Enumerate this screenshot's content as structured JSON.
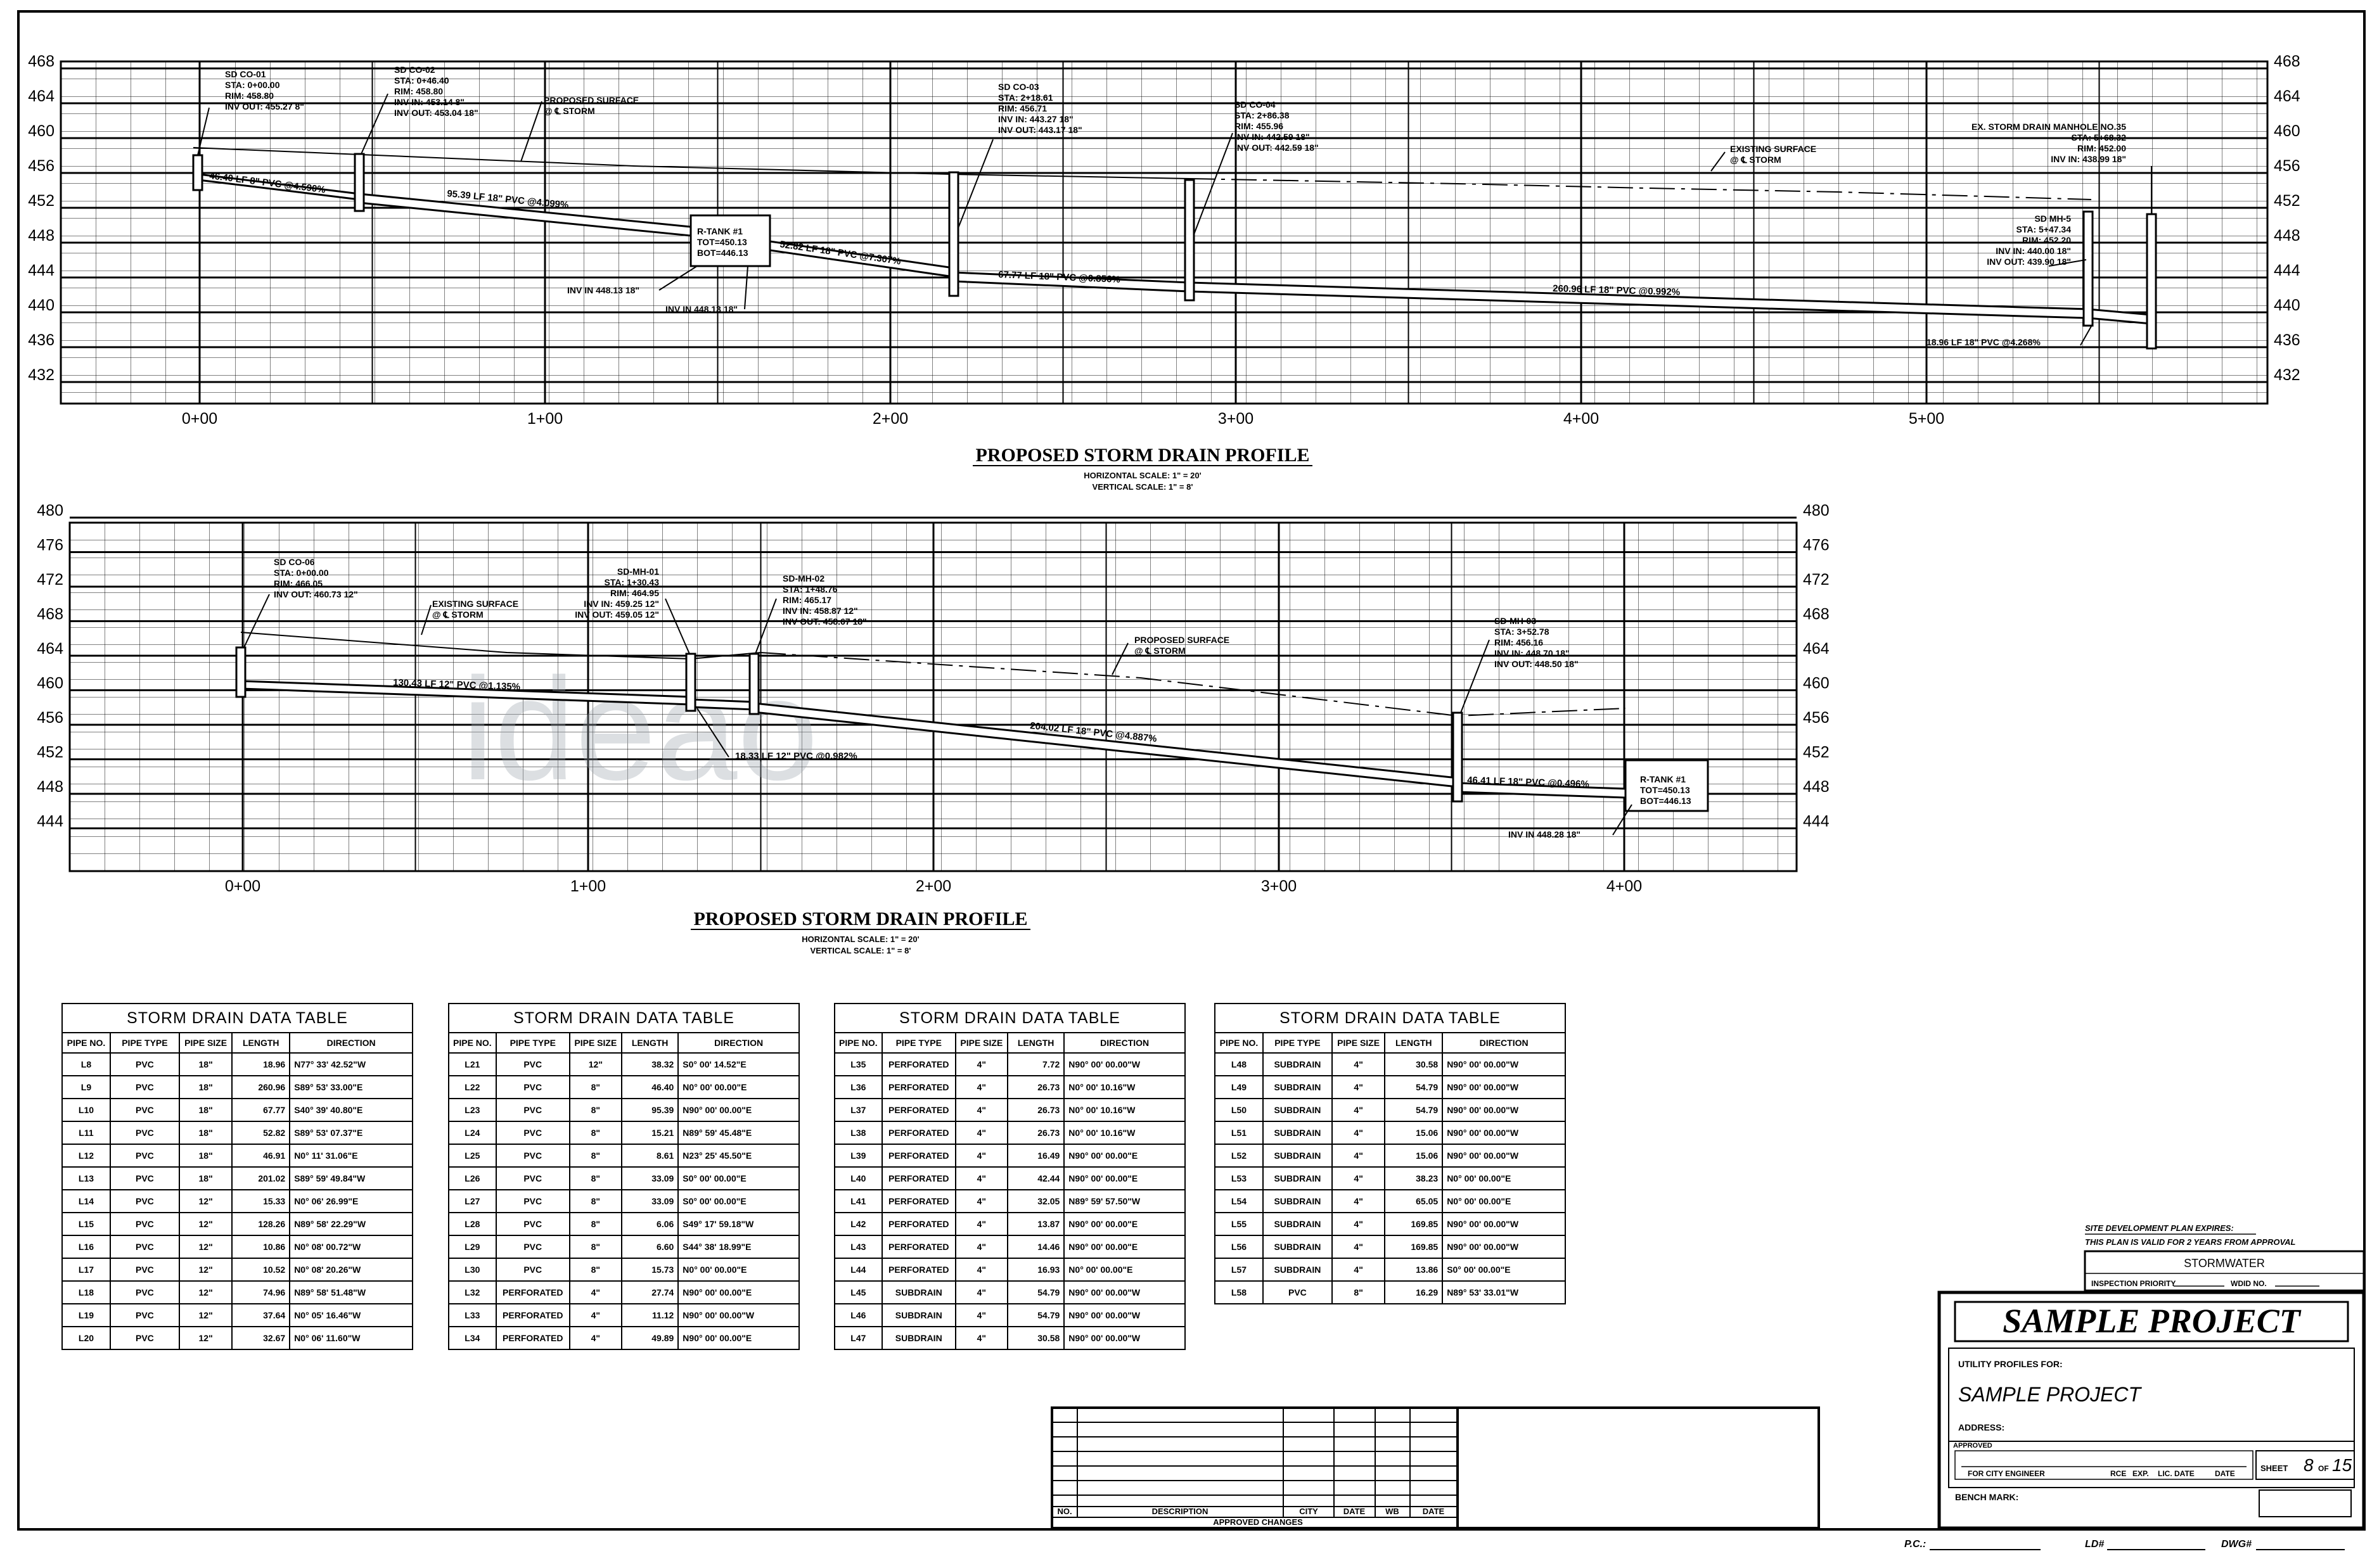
{
  "profile1": {
    "title": "PROPOSED STORM DRAIN PROFILE",
    "scale_h": "HORIZONTAL SCALE: 1\" = 20'",
    "scale_v": "VERTICAL SCALE: 1\" = 8'",
    "y_ticks": [
      "468",
      "464",
      "460",
      "456",
      "452",
      "448",
      "444",
      "440",
      "436",
      "432"
    ],
    "x_ticks": [
      "0+00",
      "1+00",
      "2+00",
      "3+00",
      "4+00",
      "5+00"
    ],
    "callouts": [
      [
        "SD CO-01",
        "STA: 0+00.00",
        "RIM: 458.80",
        "INV OUT: 455.27 8\""
      ],
      [
        "SD CO-02",
        "STA: 0+46.40",
        "RIM: 458.80",
        "INV IN: 453.14 8\"",
        "INV OUT: 453.04 18\""
      ],
      [
        "PROPOSED SURFACE",
        "@ ℄ STORM"
      ],
      [
        "SD CO-03",
        "STA: 2+18.61",
        "RIM: 456.71",
        "INV IN: 443.27 18\"",
        "INV OUT: 443.17 18\""
      ],
      [
        "SD CO-04",
        "STA: 2+86.38",
        "RIM: 455.96",
        "INV IN: 442.59 18\"",
        "INV OUT: 442.59 18\""
      ],
      [
        "EXISTING SURFACE",
        "@ ℄ STORM"
      ],
      [
        "EX. STORM DRAIN MANHOLE NO.35",
        "STA: 5+68.32",
        "RIM: 452.00",
        "INV IN: 438.99 18\""
      ],
      [
        "SD MH-5",
        "STA: 5+47.34",
        "RIM: 452.20",
        "INV IN: 440.00 18\"",
        "INV OUT: 439.90 18\""
      ],
      [
        "R-TANK #1",
        "TOT=450.13",
        "BOT=446.13"
      ],
      [
        "INV IN 448.13 18\""
      ],
      [
        "INV IN 448.13 18\""
      ],
      [
        "18.96 LF 18\" PVC @4.268%"
      ]
    ],
    "pipe_labels": [
      "46.40 LF 8\" PVC @4.590%",
      "95.39 LF 18\" PVC @4.099%",
      "52.82 LF 18\" PVC @7.307%",
      "67.77 LF 18\" PVC @0.856%",
      "260.96 LF 18\" PVC @0.992%"
    ]
  },
  "profile2": {
    "title": "PROPOSED STORM DRAIN PROFILE",
    "scale_h": "HORIZONTAL SCALE: 1\" = 20'",
    "scale_v": "VERTICAL SCALE: 1\" = 8'",
    "y_ticks": [
      "480",
      "476",
      "472",
      "468",
      "464",
      "460",
      "456",
      "452",
      "448",
      "444"
    ],
    "x_ticks": [
      "0+00",
      "1+00",
      "2+00",
      "3+00",
      "4+00"
    ],
    "callouts": [
      [
        "SD CO-06",
        "STA: 0+00.00",
        "RIM: 466.05",
        "INV OUT: 460.73 12\""
      ],
      [
        "EXISTING SURFACE",
        "@ ℄ STORM"
      ],
      [
        "SD-MH-01",
        "STA: 1+30.43",
        "RIM: 464.95",
        "INV IN: 459.25 12\"",
        "INV OUT: 459.05 12\""
      ],
      [
        "SD-MH-02",
        "STA: 1+48.76",
        "RIM: 465.17",
        "INV IN: 458.87 12\"",
        "INV OUT: 458.67 18\""
      ],
      [
        "PROPOSED SURFACE",
        "@ ℄ STORM"
      ],
      [
        "SD-MH-03",
        "STA: 3+52.78",
        "RIM: 456.16",
        "INV IN: 448.70 18\"",
        "INV OUT: 448.50 18\""
      ],
      [
        "R-TANK #1",
        "TOT=450.13",
        "BOT=446.13"
      ],
      [
        "INV IN 448.28 18\""
      ]
    ],
    "pipe_labels": [
      "130.43 LF 12\" PVC @1.135%",
      "18.33 LF 12\" PVC @0.982%",
      "204.02 LF 18\" PVC @4.887%",
      "46.41 LF 18\" PVC @0.496%"
    ]
  },
  "tables": [
    {
      "title": "STORM DRAIN DATA TABLE",
      "headers": [
        "PIPE NO.",
        "PIPE TYPE",
        "PIPE SIZE",
        "LENGTH",
        "DIRECTION"
      ],
      "rows": [
        [
          "L8",
          "PVC",
          "18\"",
          "18.96",
          "N77° 33' 42.52\"W"
        ],
        [
          "L9",
          "PVC",
          "18\"",
          "260.96",
          "S89° 53' 33.00\"E"
        ],
        [
          "L10",
          "PVC",
          "18\"",
          "67.77",
          "S40° 39' 40.80\"E"
        ],
        [
          "L11",
          "PVC",
          "18\"",
          "52.82",
          "S89° 53' 07.37\"E"
        ],
        [
          "L12",
          "PVC",
          "18\"",
          "46.91",
          "N0° 11' 31.06\"E"
        ],
        [
          "L13",
          "PVC",
          "18\"",
          "201.02",
          "S89° 59' 49.84\"W"
        ],
        [
          "L14",
          "PVC",
          "12\"",
          "15.33",
          "N0° 06' 26.99\"E"
        ],
        [
          "L15",
          "PVC",
          "12\"",
          "128.26",
          "N89° 58' 22.29\"W"
        ],
        [
          "L16",
          "PVC",
          "12\"",
          "10.86",
          "N0° 08' 00.72\"W"
        ],
        [
          "L17",
          "PVC",
          "12\"",
          "10.52",
          "N0° 08' 20.26\"W"
        ],
        [
          "L18",
          "PVC",
          "12\"",
          "74.96",
          "N89° 58' 51.48\"W"
        ],
        [
          "L19",
          "PVC",
          "12\"",
          "37.64",
          "N0° 05' 16.46\"W"
        ],
        [
          "L20",
          "PVC",
          "12\"",
          "32.67",
          "N0° 06' 11.60\"W"
        ]
      ]
    },
    {
      "title": "STORM DRAIN DATA TABLE",
      "headers": [
        "PIPE NO.",
        "PIPE TYPE",
        "PIPE SIZE",
        "LENGTH",
        "DIRECTION"
      ],
      "rows": [
        [
          "L21",
          "PVC",
          "12\"",
          "38.32",
          "S0° 00' 14.52\"E"
        ],
        [
          "L22",
          "PVC",
          "8\"",
          "46.40",
          "N0° 00' 00.00\"E"
        ],
        [
          "L23",
          "PVC",
          "8\"",
          "95.39",
          "N90° 00' 00.00\"E"
        ],
        [
          "L24",
          "PVC",
          "8\"",
          "15.21",
          "N89° 59' 45.48\"E"
        ],
        [
          "L25",
          "PVC",
          "8\"",
          "8.61",
          "N23° 25' 45.50\"E"
        ],
        [
          "L26",
          "PVC",
          "8\"",
          "33.09",
          "S0° 00' 00.00\"E"
        ],
        [
          "L27",
          "PVC",
          "8\"",
          "33.09",
          "S0° 00' 00.00\"E"
        ],
        [
          "L28",
          "PVC",
          "8\"",
          "6.06",
          "S49° 17' 59.18\"W"
        ],
        [
          "L29",
          "PVC",
          "8\"",
          "6.60",
          "S44° 38' 18.99\"E"
        ],
        [
          "L30",
          "PVC",
          "8\"",
          "15.73",
          "N0° 00' 00.00\"E"
        ],
        [
          "L32",
          "PERFORATED",
          "4\"",
          "27.74",
          "N90° 00' 00.00\"E"
        ],
        [
          "L33",
          "PERFORATED",
          "4\"",
          "11.12",
          "N90° 00' 00.00\"W"
        ],
        [
          "L34",
          "PERFORATED",
          "4\"",
          "49.89",
          "N90° 00' 00.00\"E"
        ]
      ]
    },
    {
      "title": "STORM DRAIN DATA TABLE",
      "headers": [
        "PIPE NO.",
        "PIPE TYPE",
        "PIPE SIZE",
        "LENGTH",
        "DIRECTION"
      ],
      "rows": [
        [
          "L35",
          "PERFORATED",
          "4\"",
          "7.72",
          "N90° 00' 00.00\"W"
        ],
        [
          "L36",
          "PERFORATED",
          "4\"",
          "26.73",
          "N0° 00' 10.16\"W"
        ],
        [
          "L37",
          "PERFORATED",
          "4\"",
          "26.73",
          "N0° 00' 10.16\"W"
        ],
        [
          "L38",
          "PERFORATED",
          "4\"",
          "26.73",
          "N0° 00' 10.16\"W"
        ],
        [
          "L39",
          "PERFORATED",
          "4\"",
          "16.49",
          "N90° 00' 00.00\"E"
        ],
        [
          "L40",
          "PERFORATED",
          "4\"",
          "42.44",
          "N90° 00' 00.00\"E"
        ],
        [
          "L41",
          "PERFORATED",
          "4\"",
          "32.05",
          "N89° 59' 57.50\"W"
        ],
        [
          "L42",
          "PERFORATED",
          "4\"",
          "13.87",
          "N90° 00' 00.00\"E"
        ],
        [
          "L43",
          "PERFORATED",
          "4\"",
          "14.46",
          "N90° 00' 00.00\"E"
        ],
        [
          "L44",
          "PERFORATED",
          "4\"",
          "16.93",
          "N0° 00' 00.00\"E"
        ],
        [
          "L45",
          "SUBDRAIN",
          "4\"",
          "54.79",
          "N90° 00' 00.00\"W"
        ],
        [
          "L46",
          "SUBDRAIN",
          "4\"",
          "54.79",
          "N90° 00' 00.00\"W"
        ],
        [
          "L47",
          "SUBDRAIN",
          "4\"",
          "30.58",
          "N90° 00' 00.00\"W"
        ]
      ]
    },
    {
      "title": "STORM DRAIN DATA TABLE",
      "headers": [
        "PIPE NO.",
        "PIPE TYPE",
        "PIPE SIZE",
        "LENGTH",
        "DIRECTION"
      ],
      "rows": [
        [
          "L48",
          "SUBDRAIN",
          "4\"",
          "30.58",
          "N90° 00' 00.00\"W"
        ],
        [
          "L49",
          "SUBDRAIN",
          "4\"",
          "54.79",
          "N90° 00' 00.00\"W"
        ],
        [
          "L50",
          "SUBDRAIN",
          "4\"",
          "54.79",
          "N90° 00' 00.00\"W"
        ],
        [
          "L51",
          "SUBDRAIN",
          "4\"",
          "15.06",
          "N90° 00' 00.00\"W"
        ],
        [
          "L52",
          "SUBDRAIN",
          "4\"",
          "15.06",
          "N90° 00' 00.00\"W"
        ],
        [
          "L53",
          "SUBDRAIN",
          "4\"",
          "38.23",
          "N0° 00' 00.00\"E"
        ],
        [
          "L54",
          "SUBDRAIN",
          "4\"",
          "65.05",
          "N0° 00' 00.00\"E"
        ],
        [
          "L55",
          "SUBDRAIN",
          "4\"",
          "169.85",
          "N90° 00' 00.00\"W"
        ],
        [
          "L56",
          "SUBDRAIN",
          "4\"",
          "169.85",
          "N90° 00' 00.00\"W"
        ],
        [
          "L57",
          "SUBDRAIN",
          "4\"",
          "13.86",
          "S0° 00' 00.00\"E"
        ],
        [
          "L58",
          "PVC",
          "8\"",
          "16.29",
          "N89° 53' 33.01\"W"
        ]
      ]
    }
  ],
  "revisions": {
    "headers": [
      "NO.",
      "DESCRIPTION",
      "CITY",
      "DATE",
      "WB",
      "DATE"
    ],
    "footer": "APPROVED CHANGES"
  },
  "title_block": {
    "expires_1": "SITE DEVELOPMENT PLAN EXPIRES:",
    "expires_2": "THIS PLAN IS VALID FOR 2 YEARS FROM APPROVAL",
    "stormwater": "STORMWATER",
    "inspection": "INSPECTION PRIORITY",
    "wdid": "WDID NO.",
    "project_name": "SAMPLE PROJECT",
    "utility_label": "UTILITY PROFILES FOR:",
    "utility_value": "SAMPLE PROJECT",
    "address_label": "ADDRESS:",
    "approved_label": "APPROVED",
    "for_city": "FOR CITY ENGINEER",
    "rce": "RCE",
    "exp": "EXP.",
    "lic_date": "LIC. DATE",
    "date": "DATE",
    "sheet_label": "SHEET",
    "sheet_no": "8",
    "of_label": "OF",
    "sheet_total": "15",
    "bench_mark": "BENCH MARK:",
    "pc": "P.C.:",
    "ld": "LD#",
    "dwg": "DWG#"
  },
  "watermark": "ideao"
}
